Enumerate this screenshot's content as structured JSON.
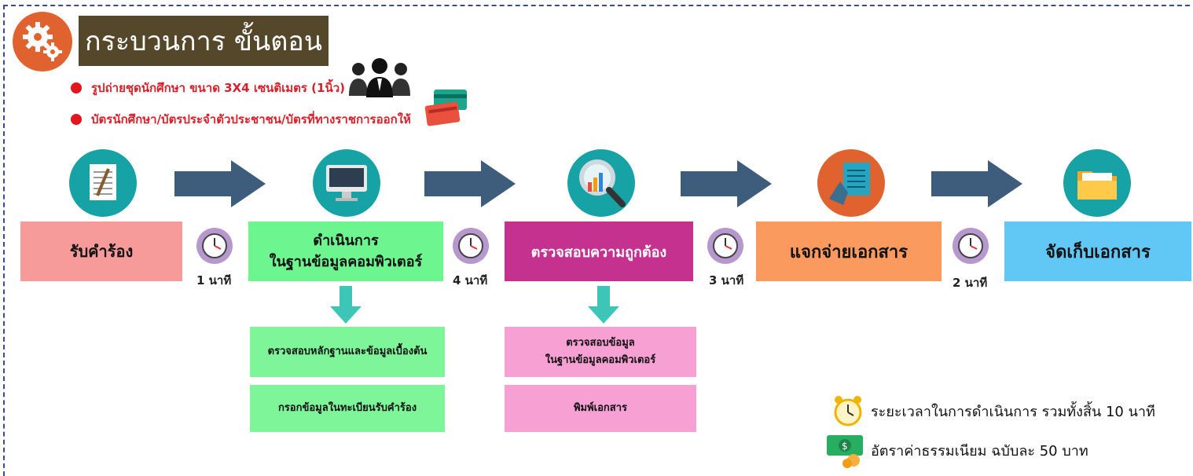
{
  "title": "กระบวนการ ขั้นตอน",
  "requirements": [
    "รูปถ่ายชุดนักศึกษา ขนาด 3X4 เซนติเมตร (1นิ้ว)",
    "บัตรนักศึกษา/บัตรประจำตัวประชาชน/บัตรที่ทางราชการออกให้"
  ],
  "steps": [
    {
      "line1": "รับคำร้อง",
      "line2": ""
    },
    {
      "line1": "ดำเนินการ",
      "line2": "ในฐานข้อมูลคอมพิวเตอร์"
    },
    {
      "line1": "ตรวจสอบความถูกต้อง",
      "line2": ""
    },
    {
      "line1": "แจกจ่ายเอกสาร",
      "line2": ""
    },
    {
      "line1": "จัดเก็บเอกสาร",
      "line2": ""
    }
  ],
  "durations": [
    "1 นาที",
    "4 นาที",
    "3 นาที",
    "2 นาที"
  ],
  "substeps_step2": [
    "ตรวจสอบหลักฐานและข้อมูลเบื้องต้น",
    "กรอกข้อมูลในทะเบียนรับคำร้อง"
  ],
  "substeps_step3": [
    {
      "line1": "ตรวจสอบข้อมูล",
      "line2": "ในฐานข้อมูลคอมพิวเตอร์"
    },
    {
      "line1": "พิมพ์เอกสาร",
      "line2": ""
    }
  ],
  "summary": {
    "total_time": "ระยะเวลาในการดำเนินการ รวมทั้งสิ้น 10 นาที",
    "fee": "อัตราค่าธรรมเนียม ฉบับละ 50 บาท"
  },
  "icons": [
    "gears-icon",
    "people-icon",
    "cards-icon",
    "document-pen-icon",
    "monitor-icon",
    "magnifier-chart-icon",
    "handout-document-icon",
    "folder-icon",
    "clock-icon",
    "alarm-clock-icon",
    "money-icon"
  ],
  "colors": {
    "title_bg": "#55482a",
    "gear_circle": "#e0622e",
    "step1": "#f79a9a",
    "step2": "#6df58f",
    "step3": "#c4318f",
    "step4": "#fb9a5e",
    "step5": "#61c8f6",
    "arrow": "#3e5c7c",
    "icon_circle": "#17a2a6",
    "sub_green": "#7ff59a",
    "sub_pink": "#f7a0d4",
    "clock": "#b798ce",
    "req_text": "#d8202a"
  }
}
